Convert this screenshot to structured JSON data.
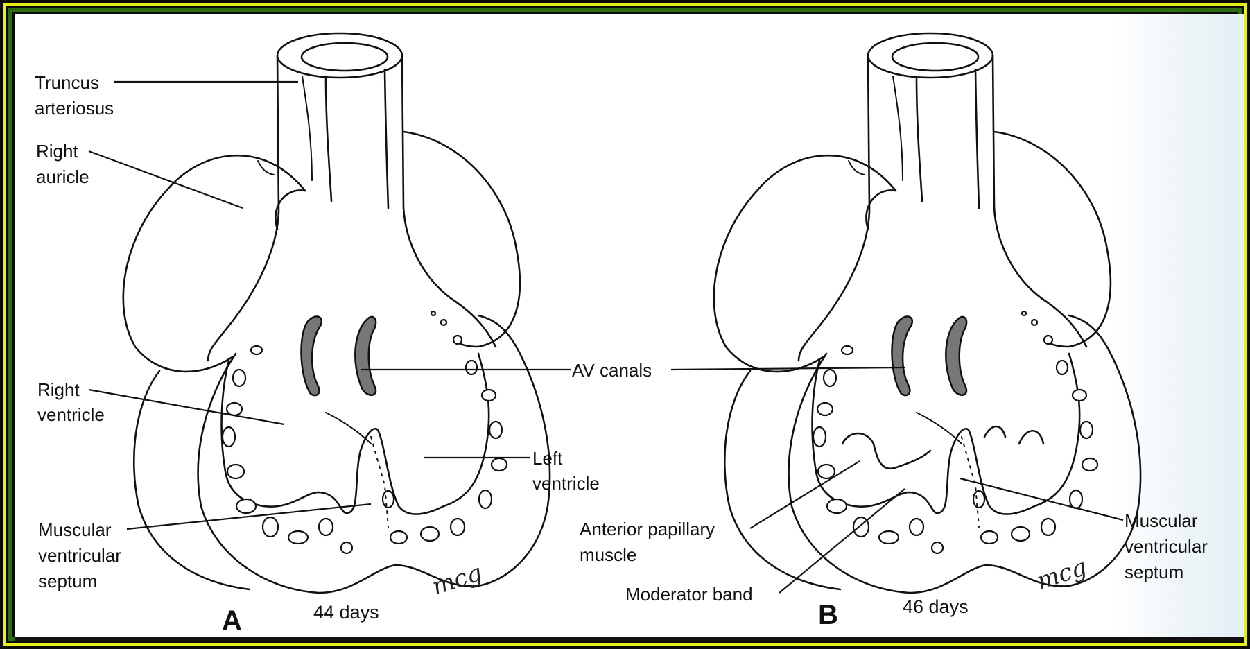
{
  "labels": {
    "truncus_line1": "Truncus",
    "truncus_line2": "arteriosus",
    "right_auricle_line1": "Right",
    "right_auricle_line2": "auricle",
    "right_ventricle_line1": "Right",
    "right_ventricle_line2": "ventricle",
    "muscular_septum_a_line1": "Muscular",
    "muscular_septum_a_line2": "ventricular",
    "muscular_septum_a_line3": "septum",
    "av_canals": "AV canals",
    "left_ventricle_line1": "Left",
    "left_ventricle_line2": "ventricle",
    "anterior_papillary_line1": "Anterior papillary",
    "anterior_papillary_line2": "muscle",
    "moderator_band": "Moderator band",
    "muscular_septum_b_line1": "Muscular",
    "muscular_septum_b_line2": "ventricular",
    "muscular_septum_b_line3": "septum"
  },
  "panels": {
    "a": {
      "letter": "A",
      "age": "44 days",
      "signature": "mcg"
    },
    "b": {
      "letter": "B",
      "age": "46 days",
      "signature": "mcg"
    }
  },
  "colors": {
    "border_yellow": "#e6ef1a",
    "border_green": "#2f6b12",
    "background": "#ffffff",
    "canal_fill": "#777777"
  }
}
